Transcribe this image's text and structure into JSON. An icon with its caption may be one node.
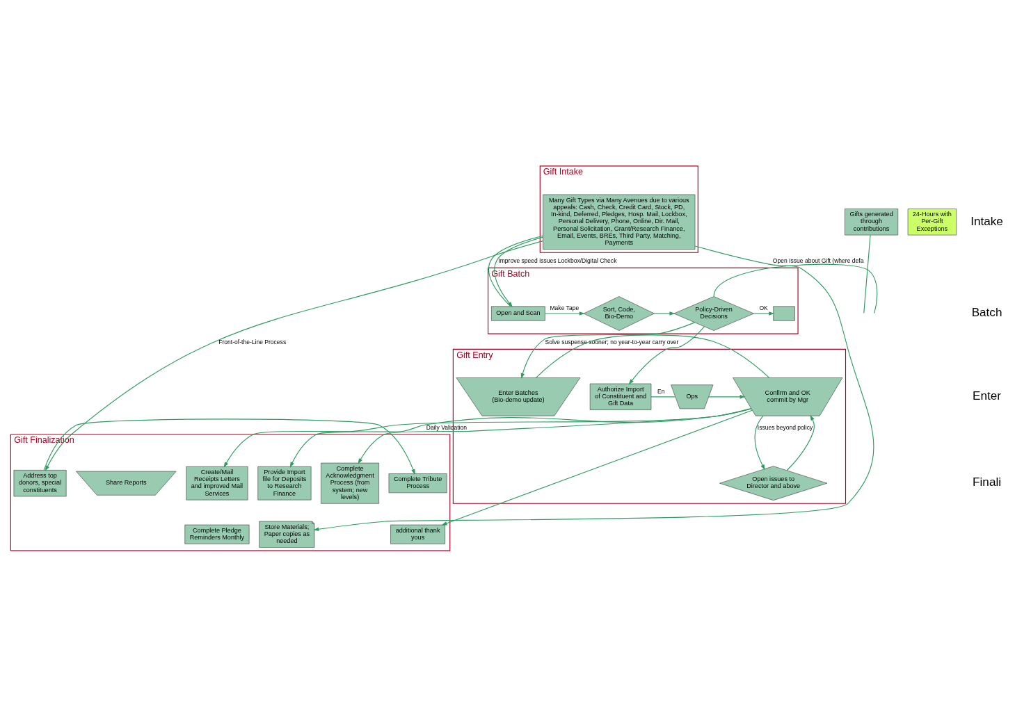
{
  "diagram": {
    "nodes": [
      {
        "text": [
          "Gift Intake"
        ]
      },
      {
        "text": [
          "Gift Batch"
        ]
      },
      {
        "text": [
          "Gift Entry"
        ]
      },
      {
        "text": [
          "Gift Finalization"
        ]
      },
      {
        "text": [
          "Many Gift Types via Many Avenues due to various appeals: Cash, Check, Credit Card, Stock, PD, In-kind, Deferred, Pledges, Hosp. Mail, Lockbox, Personal Delivery, Phone, Online, Dir. Mail, Personal Solicitation, Grant/Research Finance, Email, Events, BREs, Third Party, Matching, Payments"
        ],
        "in": 0
      },
      {
        "text": [
          "Gifts generated through",
          "contributions"
        ]
      },
      {
        "text": [
          "Open and Scan"
        ],
        "in": 1
      },
      {
        "text": [
          "Sort, Code, Bio-Demo"
        ],
        "in": 1
      },
      {
        "text": [
          "Policy-Driven Decisions"
        ],
        "in": 1
      },
      {
        "text": [],
        "shape": "box",
        "in": 1
      },
      {
        "text": [
          "Enter Batches (Bio-demo update)"
        ],
        "in": 2
      },
      {
        "text": [
          "Authorize Import of Constituent and Gift Data"
        ],
        "in": 2
      },
      {
        "text": [
          "Ops"
        ],
        "in": 2
      },
      {
        "text": [
          "Confirm and OK commit by Mgr"
        ],
        "in": 2
      },
      {
        "text": [
          "Open issues to Director and above"
        ],
        "in": 2
      },
      {
        "text": [
          "Address top donors, special constituents"
        ],
        "in": 3
      },
      {
        "text": [
          "Store Materials; Paper copies as needed"
        ],
        "in": 3
      },
      {
        "text": [
          "Complete Tribute Process"
        ],
        "in": 3
      },
      {
        "text": [
          "Create/Mail Receipts Letters and improved Mail Services"
        ],
        "in": 3
      },
      {
        "text": [
          "additional thank yous"
        ],
        "in": 3
      },
      {
        "text": [
          "Complete Acknowledgment Process (from system; new levels)"
        ],
        "in": 3
      },
      {
        "text": [
          "Complete Pledge Reminders Monthly"
        ],
        "in": 3
      },
      {
        "text": [
          "Share Reports"
        ],
        "in": 3
      },
      {
        "text": [
          "Provide Import file for Deposits to Research Finance"
        ],
        "in": 3
      },
      {
        "text": [
          "24-Hours with Per-Gift Exceptions"
        ]
      }
    ],
    "edges": [
      {
        "from": 4,
        "to": 6,
        "arrow": "to",
        "label": "Improve speed issues Lockbox/Digital Check"
      },
      {
        "from": 4,
        "to": 6,
        "arrow": "none"
      },
      {
        "from": 4,
        "to": 15,
        "arrow": "to",
        "label": "Front-of-the-Line Process"
      },
      {
        "from": 4,
        "to": 16,
        "arrow": "to"
      },
      {
        "from": 6,
        "to": 7,
        "arrow": "to",
        "label": "Make Tape"
      },
      {
        "from": 7,
        "to": 8,
        "arrow": "to"
      },
      {
        "from": 8,
        "to": 9,
        "arrow": "to",
        "label": "OK"
      },
      {
        "from": 8,
        "to": null,
        "arrow": "none",
        "label": "Open Issue about Gift (where defa"
      },
      {
        "from": 8,
        "to": 10,
        "arrow": "to",
        "label": "Solve suspense sooner; no year-to-year carry over"
      },
      {
        "from": 8,
        "to": 11,
        "arrow": "to"
      },
      {
        "from": 5,
        "to": null,
        "arrow": "none"
      },
      {
        "from": 11,
        "to": 12,
        "arrow": "none",
        "label": "En"
      },
      {
        "from": 10,
        "to": 13,
        "arrow": "none"
      },
      {
        "from": 12,
        "to": 13,
        "arrow": "to"
      },
      {
        "from": 13,
        "to": 14,
        "arrow": "to",
        "label": "Issues beyond policy"
      },
      {
        "from": 14,
        "to": 13,
        "arrow": "to"
      },
      {
        "from": 15,
        "to": 17,
        "arrow": "to"
      },
      {
        "from": 13,
        "to": 18,
        "arrow": "to"
      },
      {
        "from": 13,
        "to": 19,
        "arrow": "to"
      },
      {
        "from": 13,
        "to": 20,
        "arrow": "to"
      },
      {
        "from": 13,
        "to": 23,
        "arrow": "to",
        "label": "Daily Validation"
      }
    ],
    "labels": [
      "Intake",
      "Batch",
      "Enter",
      "Finali"
    ]
  }
}
